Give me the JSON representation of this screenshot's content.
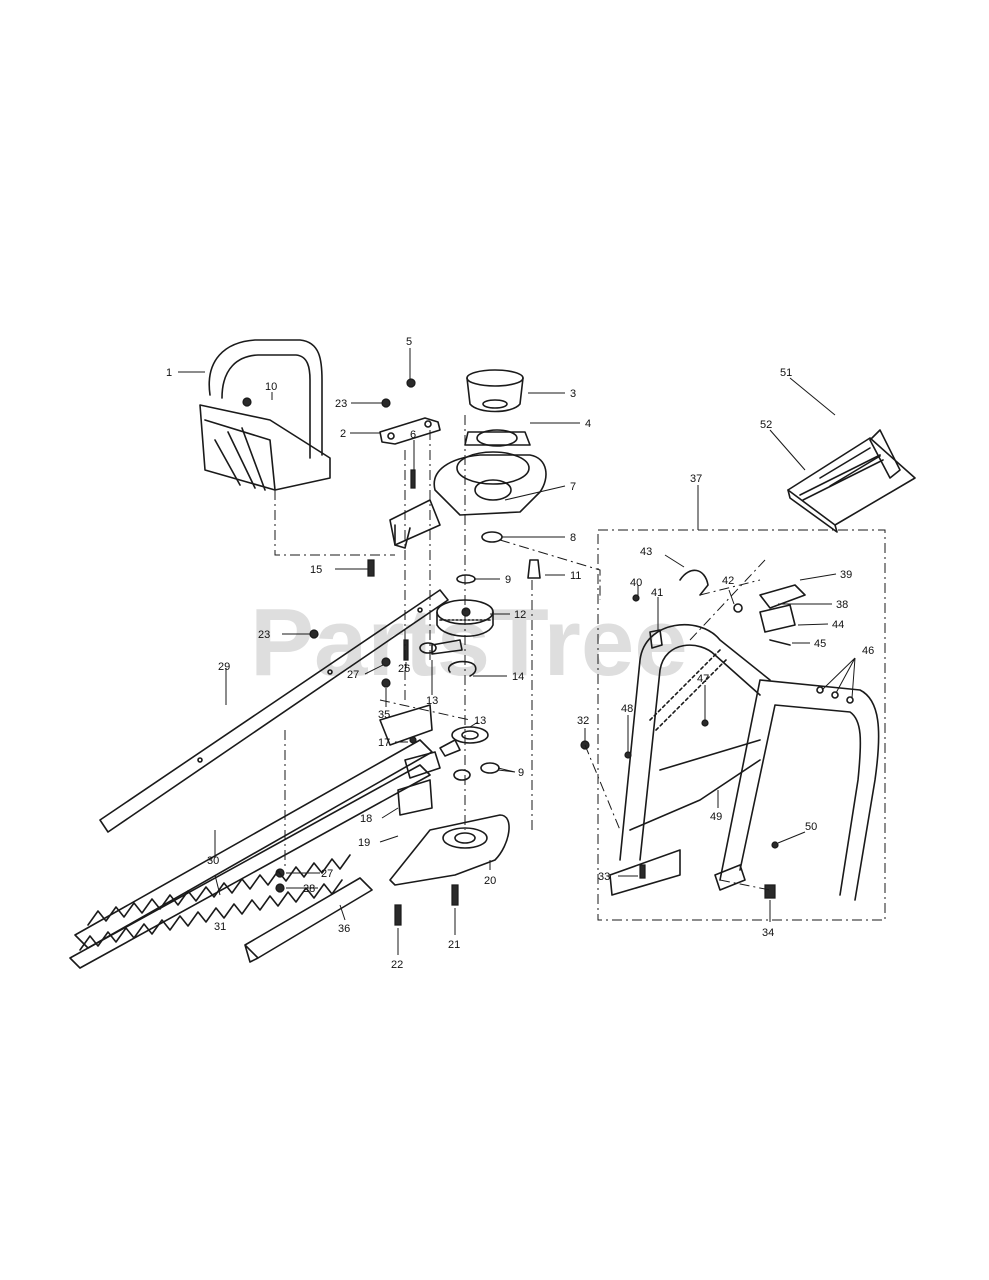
{
  "watermark": "PartsTree",
  "callouts": [
    "1",
    "2",
    "3",
    "4",
    "5",
    "6",
    "7",
    "8",
    "9",
    "9",
    "10",
    "11",
    "12",
    "13",
    "13",
    "14",
    "15",
    "17",
    "18",
    "19",
    "20",
    "21",
    "22",
    "23",
    "23",
    "26",
    "27",
    "27",
    "28",
    "29",
    "30",
    "31",
    "32",
    "33",
    "34",
    "35",
    "36",
    "37",
    "38",
    "39",
    "40",
    "41",
    "42",
    "43",
    "44",
    "45",
    "46",
    "47",
    "48",
    "49",
    "50",
    "51",
    "52"
  ],
  "colors": {
    "ink": "#1a1a1a",
    "watermark": "#d9d9d9",
    "background": "#ffffff"
  }
}
